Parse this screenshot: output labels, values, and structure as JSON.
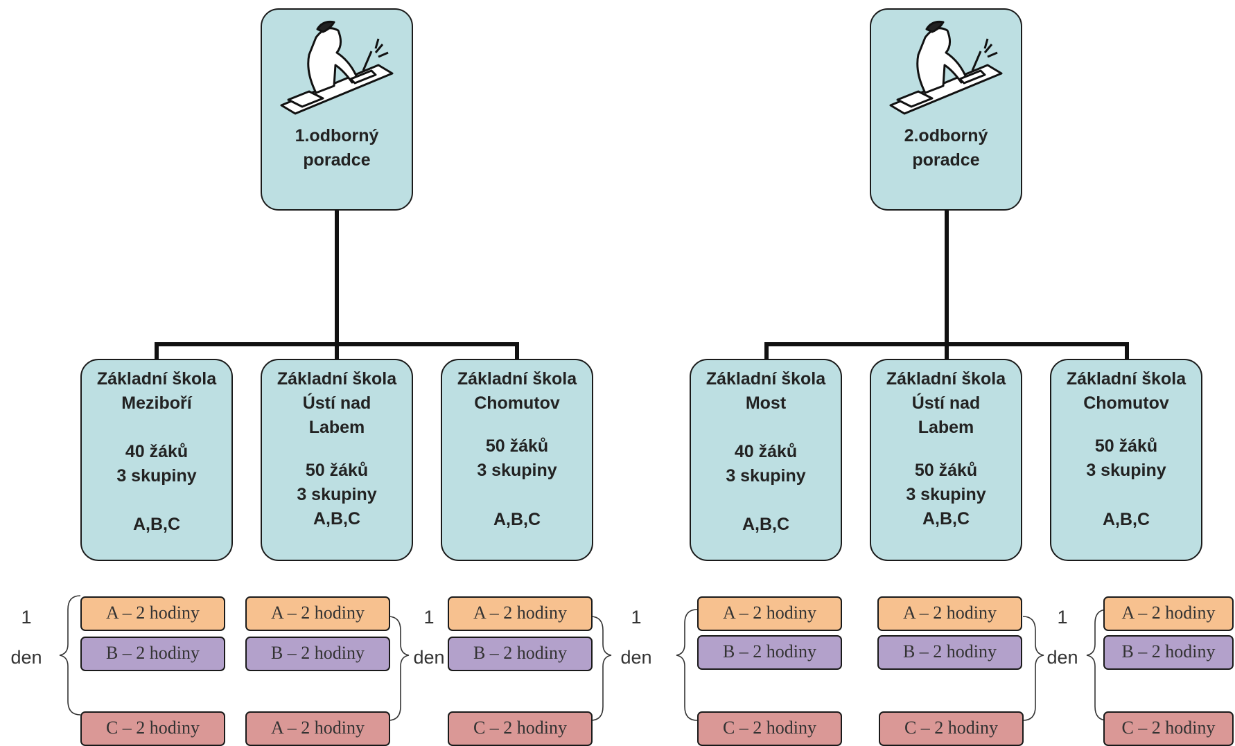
{
  "advisors": [
    {
      "line1": "1.odborný",
      "line2": "poradce",
      "icon": "writing-person-icon"
    },
    {
      "line1": "2.odborný",
      "line2": "poradce",
      "icon": "writing-person-icon"
    }
  ],
  "schools": [
    {
      "lines": [
        "Základní škola",
        "Meziboří",
        "",
        "40 žáků",
        "3 skupiny",
        "",
        "A,B,C"
      ]
    },
    {
      "lines": [
        "Základní škola",
        "Ústí nad",
        "Labem",
        "",
        "50 žáků",
        "3 skupiny",
        "A,B,C"
      ]
    },
    {
      "lines": [
        "Základní škola",
        "Chomutov",
        "",
        "50 žáků",
        "3 skupiny",
        "",
        "A,B,C"
      ]
    },
    {
      "lines": [
        "Základní škola",
        "Most",
        "",
        "40 žáků",
        "3 skupiny",
        "",
        "A,B,C"
      ]
    },
    {
      "lines": [
        "Základní škola",
        "Ústí nad",
        "Labem",
        "",
        "50 žáků",
        "3 skupiny",
        "A,B,C"
      ]
    },
    {
      "lines": [
        "Základní škola",
        "Chomutov",
        "",
        "50 žáků",
        "3 skupiny",
        "",
        "A,B,C"
      ]
    }
  ],
  "sessions": [
    {
      "top": "A – 2 hodiny",
      "mid": "B – 2 hodiny",
      "bot": "C – 2 hodiny"
    },
    {
      "top": "A – 2 hodiny",
      "mid": "B – 2 hodiny",
      "bot": "A – 2 hodiny"
    },
    {
      "top": "A – 2 hodiny",
      "mid": "B – 2 hodiny",
      "bot": "C – 2 hodiny"
    },
    {
      "top": "A – 2 hodiny",
      "mid": "B – 2 hodiny",
      "bot": "C – 2 hodiny"
    },
    {
      "top": "A – 2 hodiny",
      "mid": "B – 2 hodiny",
      "bot": "C – 2 hodiny"
    },
    {
      "top": "A – 2 hodiny",
      "mid": "B – 2 hodiny",
      "bot": "C – 2 hodiny"
    }
  ],
  "day_labels": [
    {
      "num": "1",
      "word": "den"
    },
    {
      "num": "1",
      "word": "den"
    },
    {
      "num": "1",
      "word": "den"
    },
    {
      "num": "1",
      "word": "den"
    }
  ],
  "colors": {
    "box_fill": "#bddfe2",
    "slot_a": "#f7c18f",
    "slot_b": "#b3a1cb",
    "slot_c": "#da9896",
    "outline": "#1a1a1a"
  }
}
